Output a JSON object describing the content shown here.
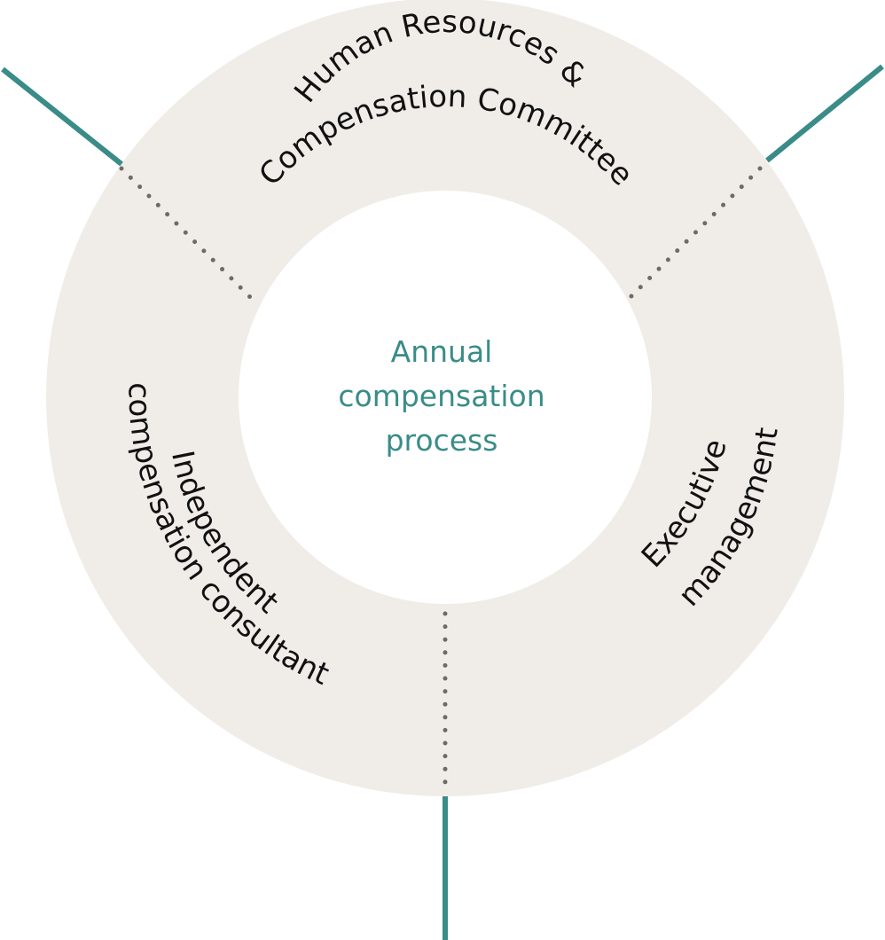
{
  "diagram": {
    "center_title": [
      "Annual",
      "compensation",
      "process"
    ],
    "segments": [
      {
        "id": "hr-committee",
        "lines": [
          "Human Resources &",
          "Compensation Committee"
        ]
      },
      {
        "id": "executive-management",
        "lines": [
          "Executive",
          "management"
        ]
      },
      {
        "id": "independent-consultant",
        "lines": [
          "Independent",
          "compensation consultant"
        ]
      }
    ],
    "colors": {
      "ring": "#f0ede8",
      "accent": "#3a8c88",
      "divider": "#6e6a68",
      "label": "#111111"
    }
  }
}
